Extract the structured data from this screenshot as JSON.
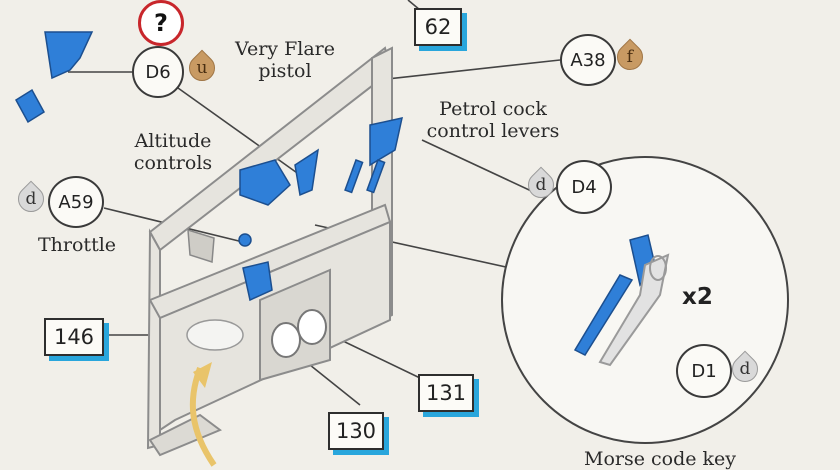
{
  "labels": {
    "flare_pistol": [
      "Very Flare",
      "pistol"
    ],
    "altitude_controls": [
      "Altitude",
      "controls"
    ],
    "throttle": "Throttle",
    "petrol_cock": [
      "Petrol cock",
      "control levers"
    ],
    "morse_key": "Morse code key",
    "multiplier": "x2",
    "help_mark": "?"
  },
  "callouts": [
    {
      "id": "D6",
      "drop": "u",
      "drop_color": "brown"
    },
    {
      "id": "A38",
      "drop": "f",
      "drop_color": "brown"
    },
    {
      "id": "A59",
      "drop": "d",
      "drop_color": "grey"
    },
    {
      "id": "D4",
      "drop": "d",
      "drop_color": "grey"
    },
    {
      "id": "D1",
      "drop": "d",
      "drop_color": "grey"
    }
  ],
  "part_boxes": [
    "62",
    "146",
    "131",
    "130"
  ],
  "colors": {
    "part_blue": "#2f7fd8",
    "box_shadow": "#29a6dc",
    "arrow": "#e9c46a",
    "warning_ring": "#c8262b"
  }
}
